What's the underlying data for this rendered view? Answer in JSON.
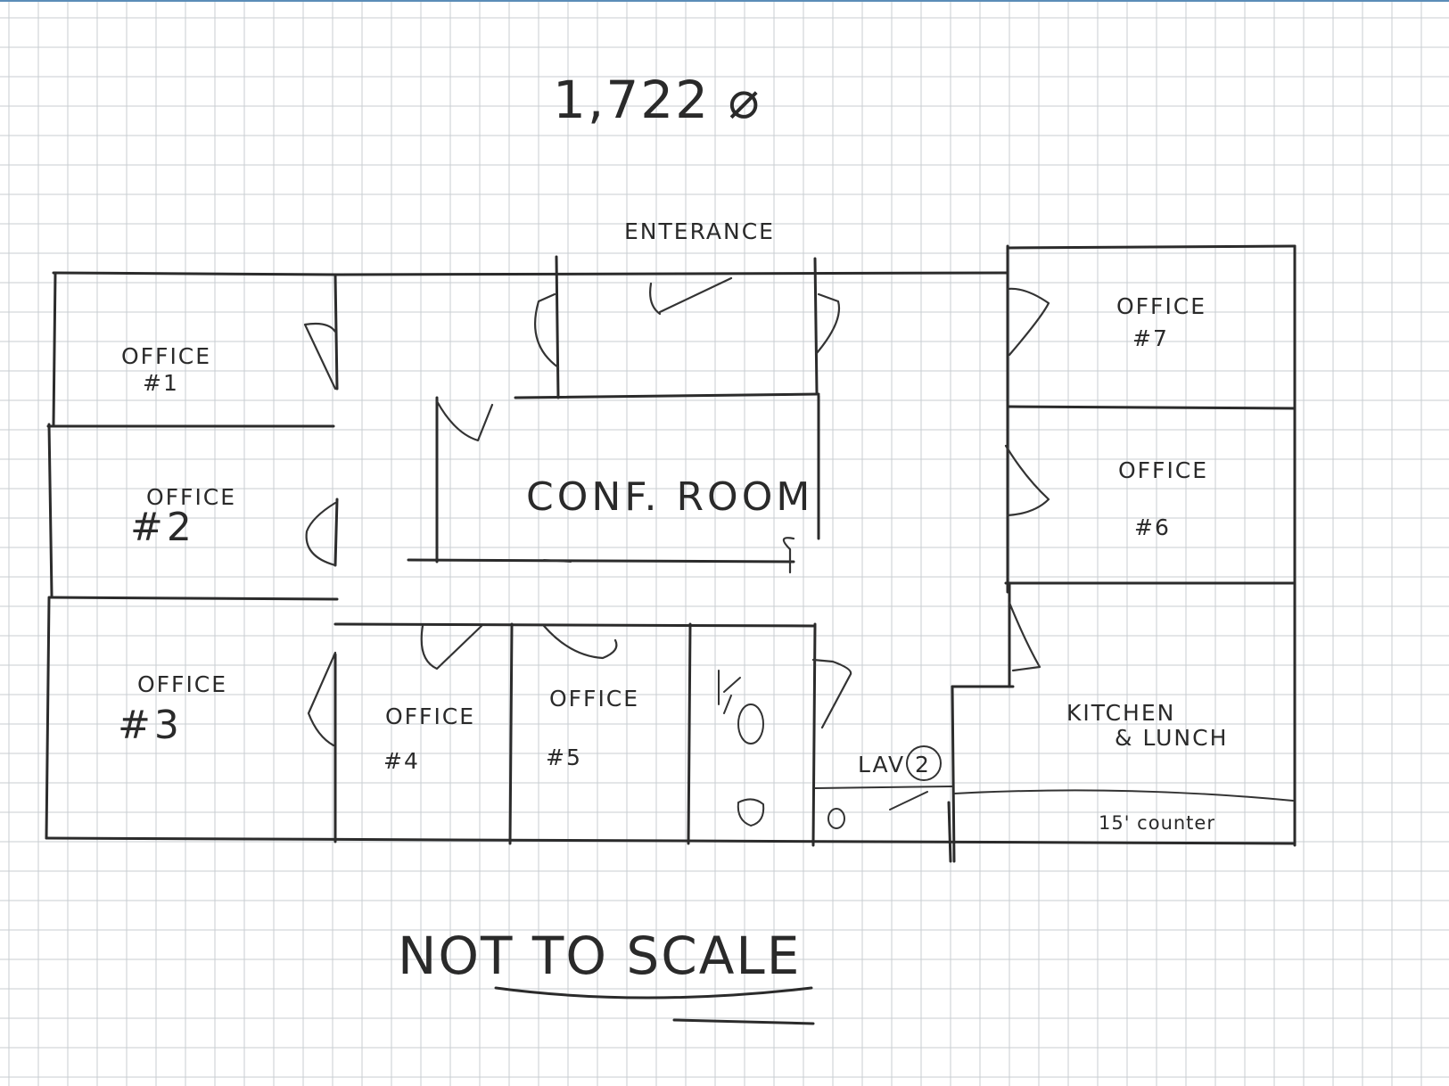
{
  "floorplan": {
    "area": "1,722 ⌀",
    "entrance": "ENTERANCE",
    "conference_room": "CONF. ROOM",
    "offices": [
      {
        "name": "OFFICE",
        "number": "#1"
      },
      {
        "name": "OFFICE",
        "number": "#2"
      },
      {
        "name": "OFFICE",
        "number": "#3"
      },
      {
        "name": "OFFICE",
        "number": "#4"
      },
      {
        "name": "OFFICE",
        "number": "#5"
      },
      {
        "name": "OFFICE",
        "number": "#6"
      },
      {
        "name": "OFFICE",
        "number": "#7"
      }
    ],
    "kitchen": {
      "line1": "KITCHEN",
      "line2": "& LUNCH"
    },
    "lav": "LAV",
    "lav_number": "2",
    "counter": "15' counter",
    "note": "NOT TO SCALE"
  },
  "colors": {
    "grid": "#c8cdd2",
    "ink": "#2b2b2b",
    "frame": "#5b8db8"
  }
}
